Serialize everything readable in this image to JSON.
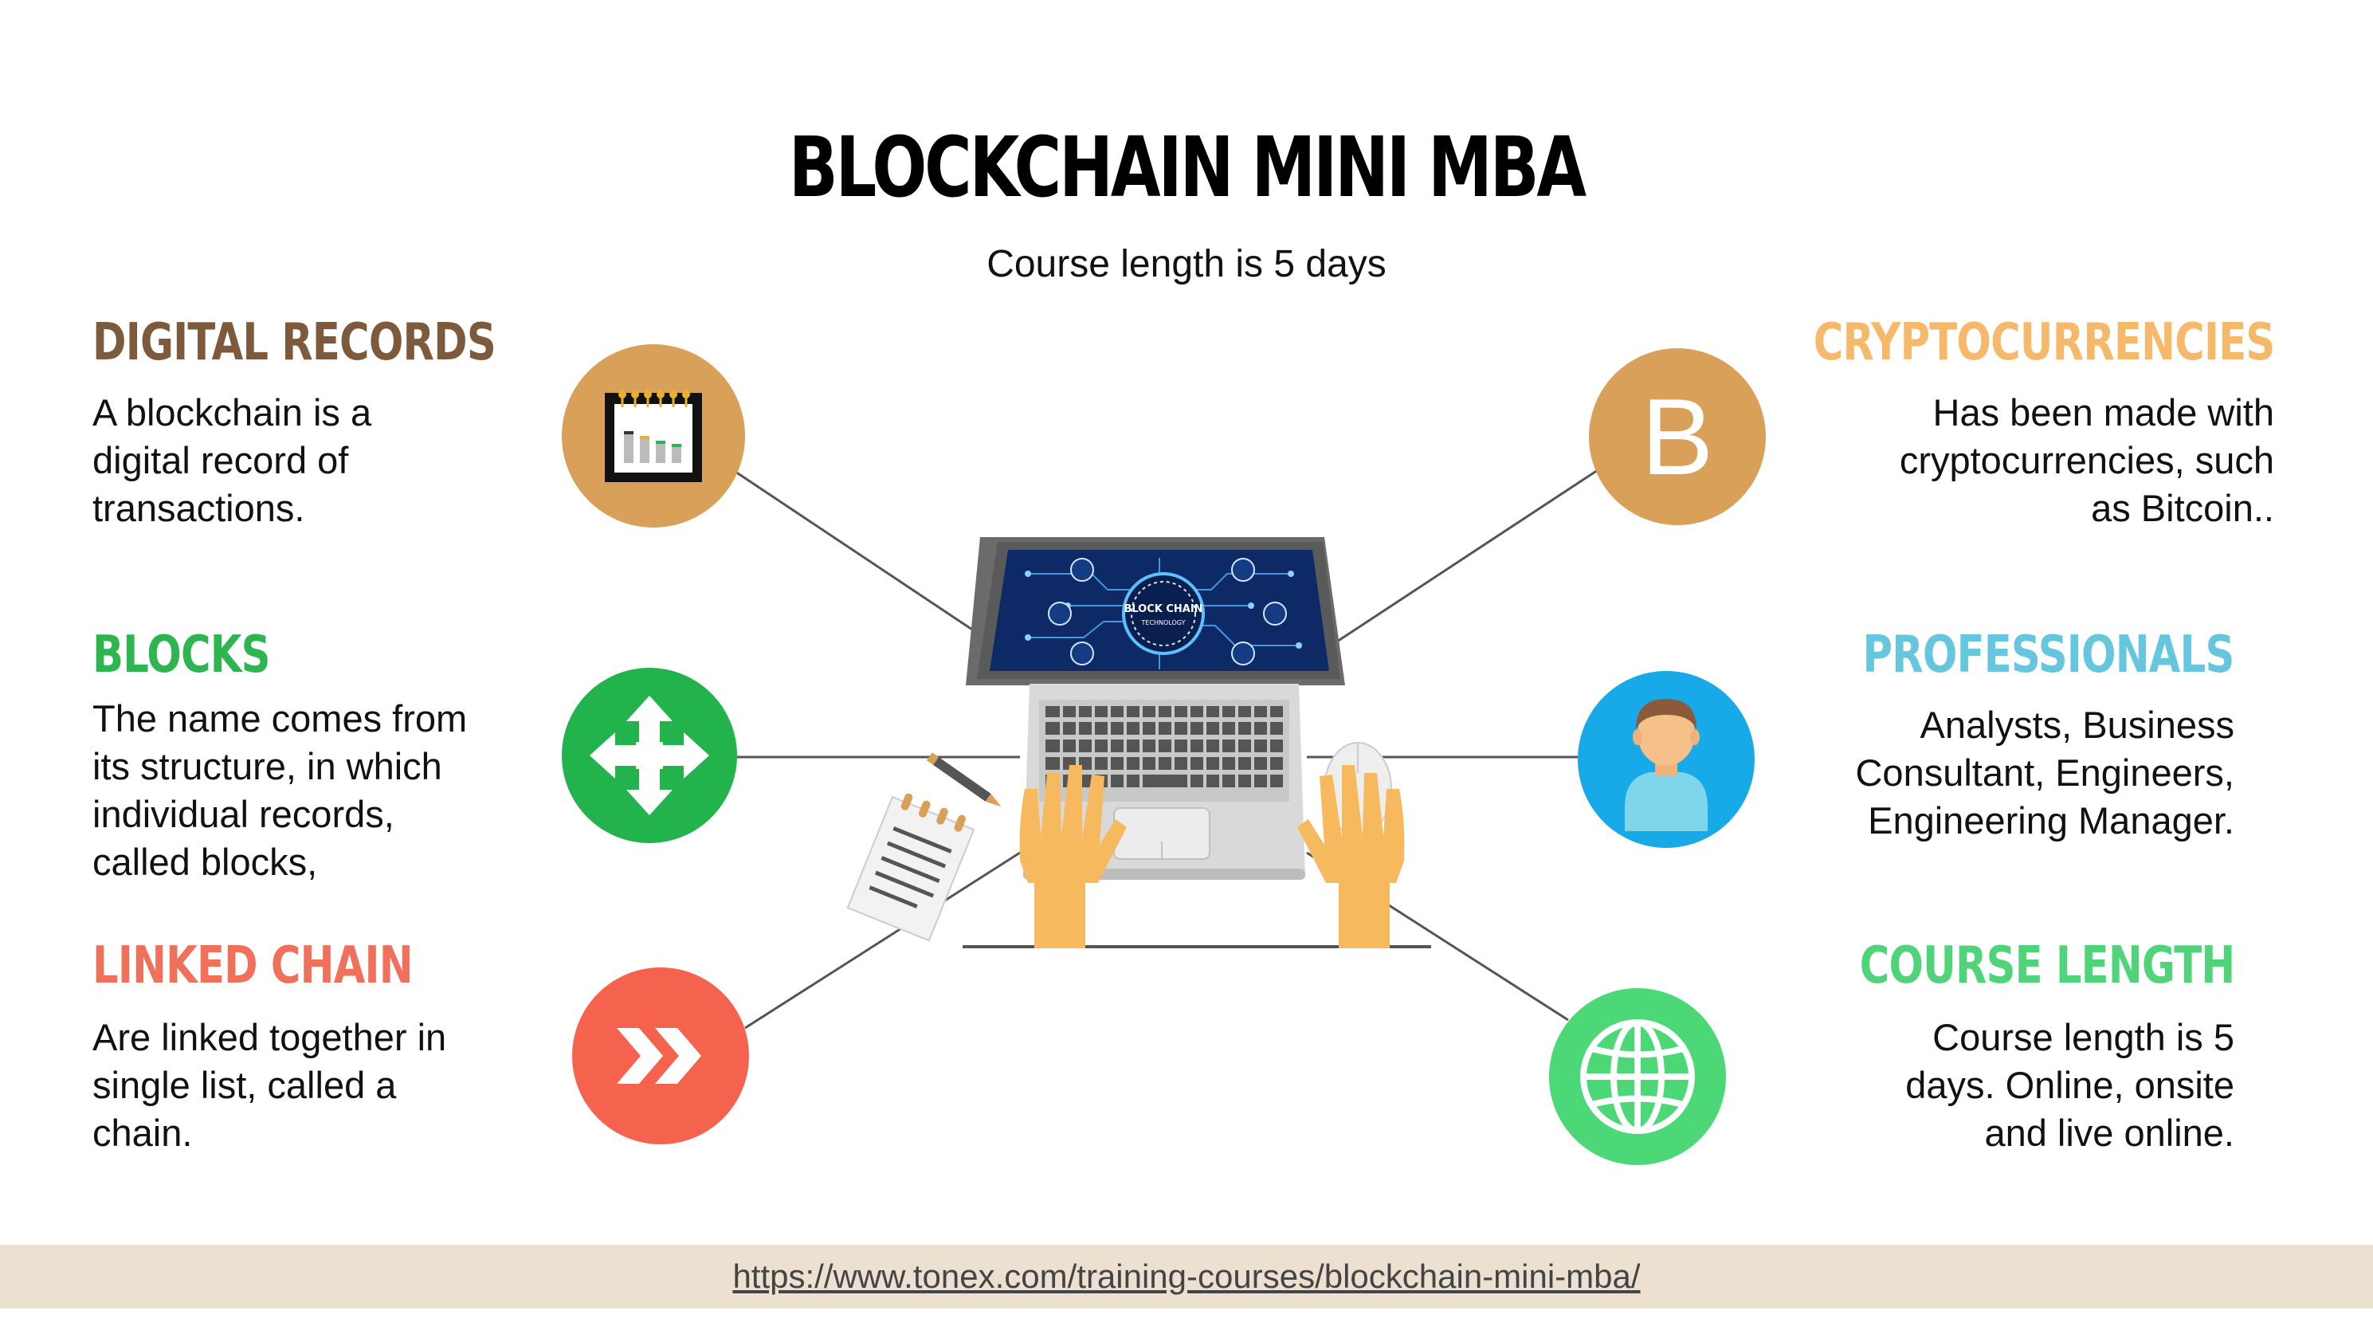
{
  "title": "BLOCKCHAIN MINI MBA",
  "subtitle": "Course length is 5 days",
  "laptop_screen_label": [
    "BLOCK CHAIN",
    "TECHNOLOGY"
  ],
  "items": {
    "digital_records": {
      "heading": "DIGITAL RECORDS",
      "lines": [
        "A blockchain is a",
        "digital record of",
        "transactions."
      ],
      "color": "#7d5a3c",
      "circle_color": "#d9a05a",
      "icon": "calendar-icon"
    },
    "blocks": {
      "heading": "BLOCKS",
      "lines": [
        "The name comes from",
        "its structure, in which",
        "individual records,",
        "called blocks,"
      ],
      "color": "#2db64f",
      "circle_color": "#22b34c",
      "icon": "move-arrows-icon"
    },
    "linked_chain": {
      "heading": "LINKED CHAIN",
      "lines": [
        "Are linked together in",
        "single list, called a",
        "chain."
      ],
      "color": "#f0705a",
      "circle_color": "#f5634f",
      "icon": "double-chevron-icon"
    },
    "cryptocurrencies": {
      "heading": "CRYPTOCURRENCIES",
      "lines": [
        "Has been made with",
        "cryptocurrencies, such",
        "as Bitcoin.."
      ],
      "color": "#f6b96a",
      "circle_color": "#d9a05a",
      "icon": "bitcoin-icon",
      "icon_text": "B"
    },
    "professionals": {
      "heading": "PROFESSIONALS",
      "lines": [
        "Analysts, Business",
        "Consultant, Engineers,",
        "Engineering Manager."
      ],
      "color": "#65c6de",
      "circle_color": "#18a9e8",
      "icon": "person-icon"
    },
    "course_length": {
      "heading": "COURSE LENGTH",
      "lines": [
        "Course length is 5",
        "days. Online, onsite",
        "and live online."
      ],
      "color": "#4fd47a",
      "circle_color": "#4cd877",
      "icon": "globe-icon"
    }
  },
  "footer": {
    "link": "https://www.tonex.com/training-courses/blockchain-mini-mba/"
  }
}
